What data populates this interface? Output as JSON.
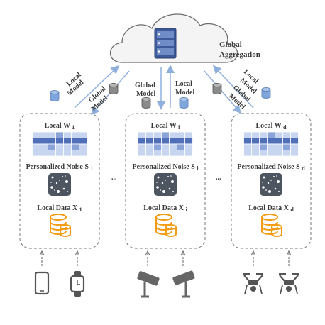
{
  "cloud": {
    "label_line1": "Global",
    "label_line2": "Aggregation"
  },
  "arrows": {
    "left_up_line1": "Local",
    "left_up_line2": "Model",
    "left_down_line1": "Global",
    "left_down_line2": "Model",
    "mid_down_line1": "Global",
    "mid_down_line2": "Model",
    "mid_up_line1": "Local",
    "mid_up_line2": "Model",
    "right_up_line1": "Local",
    "right_up_line2": "Model",
    "right_down_line1": "Global",
    "right_down_line2": "Model"
  },
  "ellipsis": "...",
  "clients": [
    {
      "weight_label": "Local W",
      "weight_sub": "1",
      "noise_label": "Personalized Noise S",
      "noise_sub": "1",
      "data_label": "Local Data X",
      "data_sub": "1",
      "devices": [
        "tablet-icon",
        "smartwatch-icon"
      ]
    },
    {
      "weight_label": "Local W",
      "weight_sub": "i",
      "noise_label": "Personalized Noise S",
      "noise_sub": "i",
      "data_label": "Local Data X",
      "data_sub": "i",
      "devices": [
        "security-camera-icon",
        "security-camera-icon"
      ]
    },
    {
      "weight_label": "Local W",
      "weight_sub": "d",
      "noise_label": "Personalized Noise S",
      "noise_sub": "d",
      "data_label": "Local Data X",
      "data_sub": "d",
      "devices": [
        "drone-icon",
        "drone-icon"
      ]
    }
  ],
  "colors": {
    "grid_light": "#c7d5f0",
    "grid_dark": "#4f6fb8",
    "grid_mid": "#8aa3d8",
    "noise": "#4d5560",
    "database": "#f39b12",
    "cylinder_blue": "#7fa6dc",
    "cylinder_gray": "#8a8a8a",
    "arrow": "#8fb0dd"
  }
}
